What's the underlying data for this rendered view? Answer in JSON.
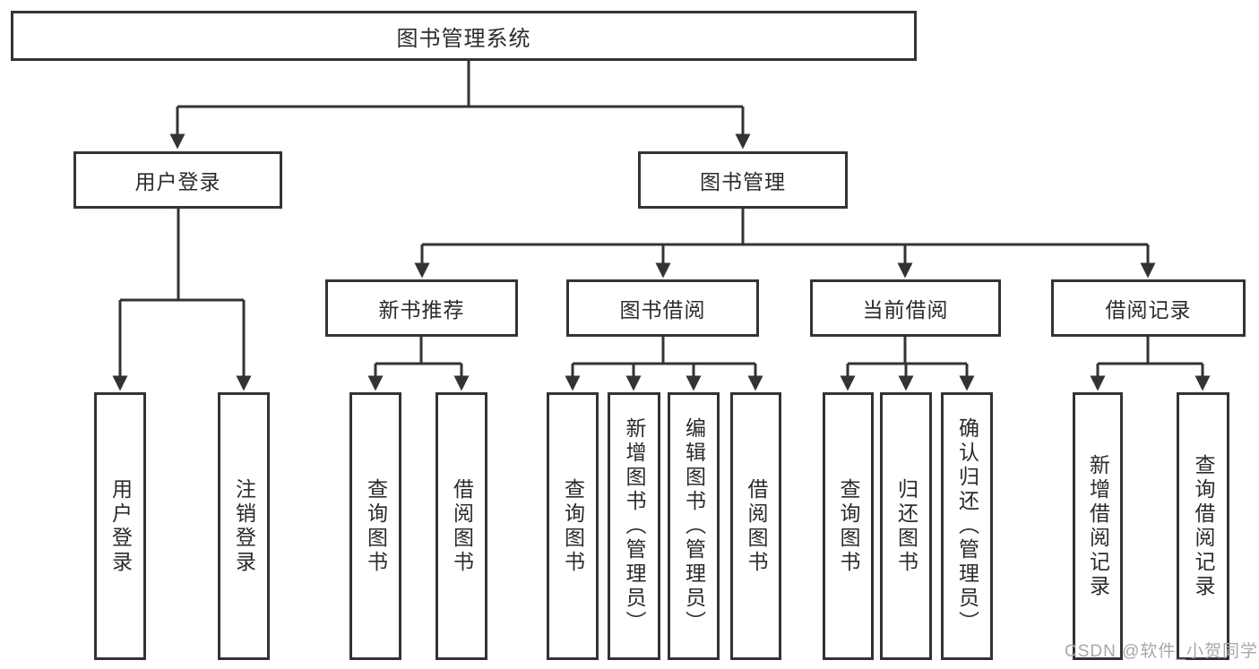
{
  "tree": {
    "root": {
      "label": "图书管理系统",
      "children": [
        {
          "label": "用户登录",
          "children": [
            {
              "label": "用户登录"
            },
            {
              "label": "注销登录"
            }
          ]
        },
        {
          "label": "图书管理",
          "children": [
            {
              "label": "新书推荐",
              "children": [
                {
                  "label": "查询图书"
                },
                {
                  "label": "借阅图书"
                }
              ]
            },
            {
              "label": "图书借阅",
              "children": [
                {
                  "label": "查询图书"
                },
                {
                  "label": "新增图书（管理员）"
                },
                {
                  "label": "编辑图书（管理员）"
                },
                {
                  "label": "借阅图书"
                }
              ]
            },
            {
              "label": "当前借阅",
              "children": [
                {
                  "label": "查询图书"
                },
                {
                  "label": "归还图书"
                },
                {
                  "label": "确认归还（管理员）"
                }
              ]
            },
            {
              "label": "借阅记录",
              "children": [
                {
                  "label": "新增借阅记录"
                },
                {
                  "label": "查询借阅记录"
                }
              ]
            }
          ]
        }
      ]
    }
  },
  "watermark": "CSDN @软件_小贺同学",
  "colors": {
    "line": "#333333",
    "background": "#ffffff",
    "text": "#2b2b2b",
    "watermark": "#a8a8a8"
  }
}
